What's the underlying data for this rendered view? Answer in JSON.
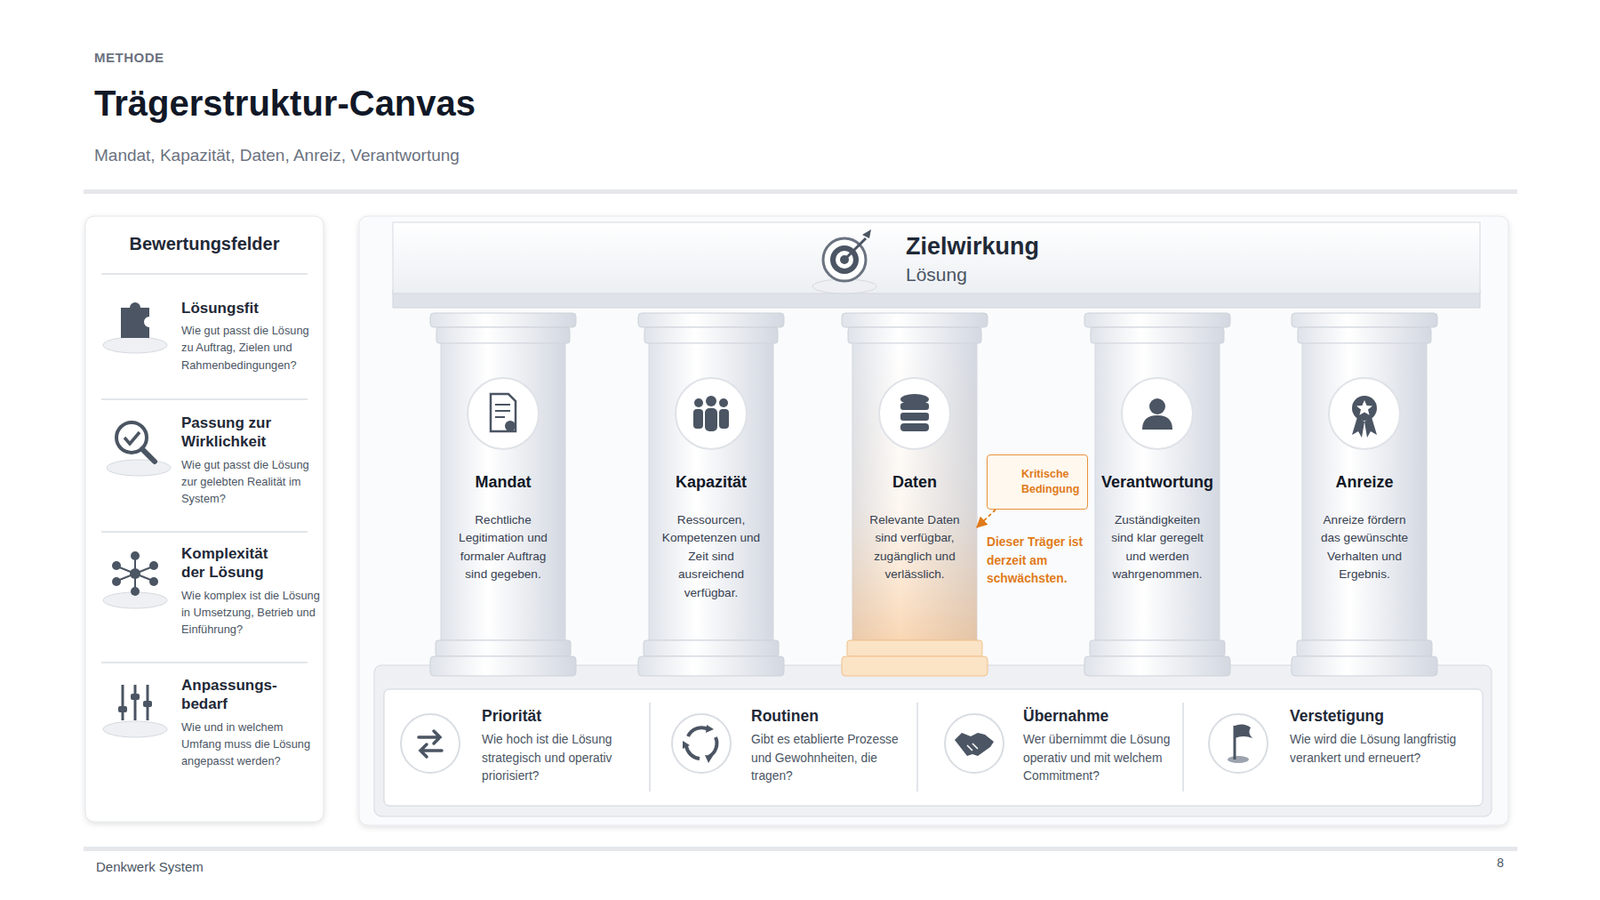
{
  "diagram": {
    "title": "Trägerstruktur-Canvas",
    "nodes": [
      {
        "text": [
          "Bewertungsfelder"
        ]
      },
      {
        "text": [
          "Lösungsfit",
          "Wie gut passt die Lösung zu Auftrag, Zielen und Rahmenbedingungen?"
        ],
        "in": 0
      },
      {
        "text": [
          "Passung zur Wirklichkeit",
          "Wie gut passt die Lösung zur gelebten Realität im System?"
        ],
        "in": 0
      },
      {
        "text": [
          "Komplexität der Lösung",
          "Wie komplex ist die Lösung in Umsetzung, Betrieb und Einführung?"
        ],
        "in": 0
      },
      {
        "text": [
          "Anpassungs- bedarf",
          "Wie und in welchem Umfang muss die Lösung angepasst werden?"
        ],
        "in": 0
      },
      {
        "text": [
          "Zielwirkung",
          "Lösung"
        ]
      },
      {
        "text": [
          "Mandat",
          "Rechtliche Legitimation und formaler Auftrag sind gegeben."
        ]
      },
      {
        "text": [
          "Kapazität",
          "Ressourcen, Kompetenzen und Zeit sind ausreichend verfügbar."
        ]
      },
      {
        "text": [
          "Daten",
          "Relevante Daten sind verfügbar, zugänglich und verlässlich."
        ]
      },
      {
        "text": [
          "Kritische Bedingung"
        ]
      },
      {
        "text": [
          "Verantwortung",
          "Zuständigkeiten sind klar geregelt und werden wahrgenommen."
        ]
      },
      {
        "text": [
          "Anreize",
          "Anreize fördern das gewünschte Verhalten und Ergebnis."
        ]
      },
      {
        "text": [
          "Priorität",
          "Wie hoch ist die Lösung strategisch und operativ priorisiert?"
        ]
      },
      {
        "text": [
          "Routinen",
          "Gibt es etablierte Prozesse und Gewohnheiten, die tragen?"
        ]
      },
      {
        "text": [
          "Übernahme",
          "Wer übernimmt die Lösung operativ und mit welchem Commitment?"
        ]
      },
      {
        "text": [
          "Verstetigung",
          "Wie wird die Lösung langfristig verankert und erneuert?"
        ]
      }
    ],
    "edges": [
      {
        "from": 9,
        "to": 8,
        "arrow": "to"
      }
    ],
    "labels": [
      "METHODE",
      "Mandat, Kapazität, Daten, Anreiz, Verantwortung",
      "Dieser Träger ist derzeit am schwächsten.",
      "Denkwerk System",
      "8"
    ]
  }
}
